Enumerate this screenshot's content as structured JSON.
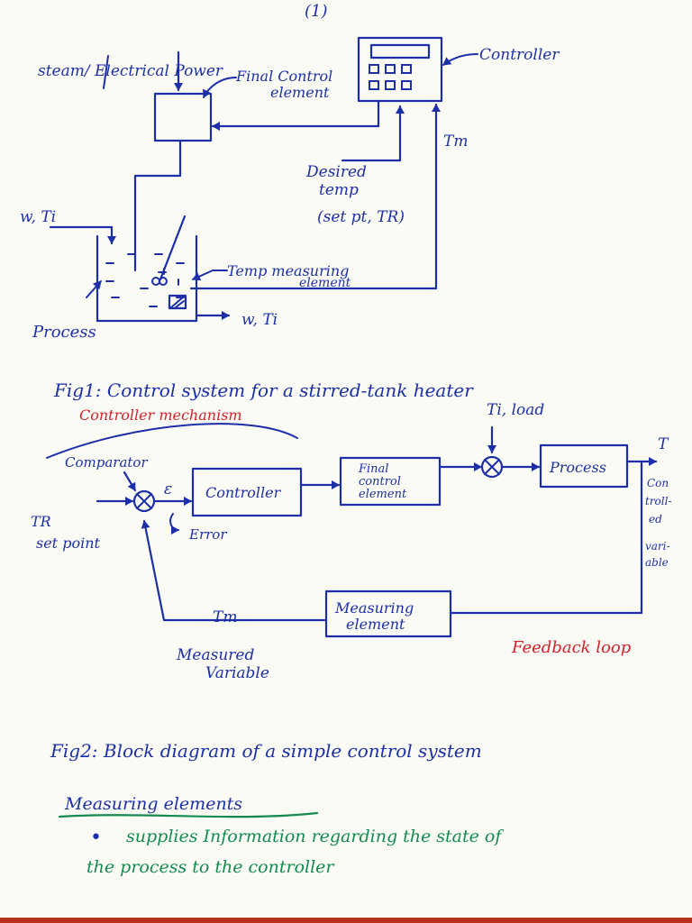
{
  "page_number": "(1)",
  "fig1": {
    "steam_label": "steam/ Electrical Power",
    "final_control_label_1": "Final Control",
    "final_control_label_2": "element",
    "controller_label": "Controller",
    "tm_label": "Tm",
    "desired_temp_1": "Desired",
    "desired_temp_2": "temp",
    "desired_temp_3": "(set pt, TR)",
    "inflow_label": "w, Ti",
    "temp_measuring_1": "Temp measuring",
    "temp_measuring_2": "element",
    "outflow_label": "w, Ti",
    "process_label": "Process",
    "caption": "Fig1: Control system for a stirred-tank heater"
  },
  "fig2": {
    "controller_mechanism": "Controller mechanism",
    "load_label": "Ti, load",
    "comparator_label": "Comparator",
    "epsilon_label": "ε",
    "error_label": "Error",
    "controller_box": "Controller",
    "final_control_1": "Final",
    "final_control_2": "control",
    "final_control_3": "element",
    "process_box": "Process",
    "t_label": "T",
    "controlled_var": [
      "Con",
      "troll-",
      "ed",
      "vari-",
      "able"
    ],
    "tr_label": "TR",
    "set_point_label": "set point",
    "tm_label": "Tm",
    "measuring_box_1": "Measuring",
    "measuring_box_2": "element",
    "measured_var_1": "Measured",
    "measured_var_2": "Variable",
    "feedback_loop": "Feedback loop",
    "caption": "Fig2: Block diagram of a simple control system"
  },
  "notes": {
    "heading": "Measuring elements",
    "bullet": "•",
    "line1": "supplies Information regarding the state of",
    "line2": "the process to the controller"
  },
  "colors": {
    "ink_blue": "#1d2fa8",
    "ink_red": "#d4202a",
    "ink_green": "#148a4e"
  }
}
